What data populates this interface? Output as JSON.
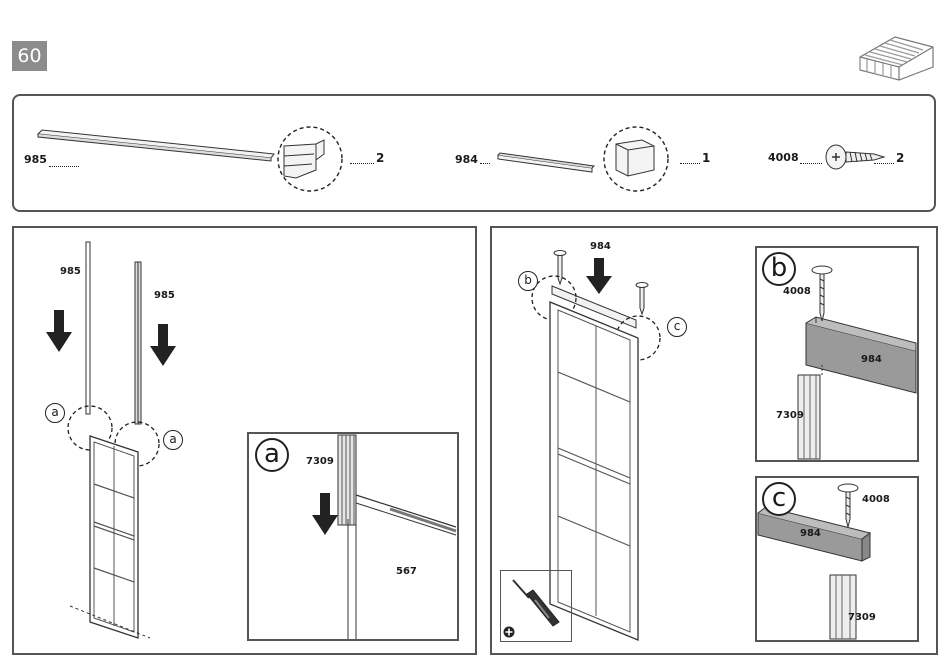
{
  "page": {
    "number": "60"
  },
  "parts": [
    {
      "code": "985",
      "quantity": "2",
      "icon": "profile-bar-icon"
    },
    {
      "code": "984",
      "quantity": "1",
      "icon": "short-bar-icon"
    },
    {
      "code": "4008",
      "quantity": "2",
      "icon": "screw-icon"
    }
  ],
  "left_panel": {
    "bar_left_label": "985",
    "bar_right_label": "985",
    "callout_a1": "a",
    "callout_a2": "a",
    "detail_a": {
      "letter": "a",
      "part_top": "7309",
      "part_panel": "567"
    }
  },
  "right_panel": {
    "top_label": "984",
    "callout_b": "b",
    "callout_c": "c",
    "detail_b": {
      "letter": "b",
      "screw": "4008",
      "bar": "984",
      "profile": "7309"
    },
    "detail_c": {
      "letter": "c",
      "screw": "4008",
      "bar": "984",
      "profile": "7309"
    },
    "tool": {
      "icon": "screwdriver-icon",
      "badge": "plus-icon"
    }
  }
}
